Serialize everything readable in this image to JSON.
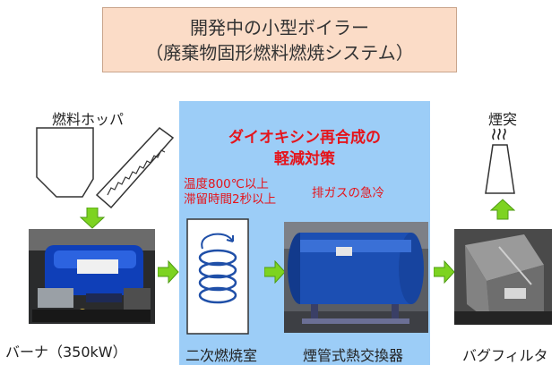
{
  "title": {
    "line1": "開発中の小型ボイラー",
    "line2": "（廃棄物固形燃料燃焼システム）"
  },
  "hopper_label": "燃料ホッパ",
  "chimney_label": "煙突",
  "center": {
    "headline1": "ダイオキシン再合成の",
    "headline2": "軽減対策",
    "note1_line1": "温度800℃以上",
    "note1_line2": "滞留時間2秒以上",
    "note2": "排ガスの急冷"
  },
  "captions": {
    "burner": "バーナ（350kW）",
    "secondary_chamber": "二次燃焼室",
    "heat_exchanger": "煙管式熱交換器",
    "bag_filter": "バグフィルタ"
  },
  "colors": {
    "arrow": "#7dd321",
    "headline": "#e5141b",
    "panel": "#9ccdf7",
    "title_bg": "#fbdcc7"
  },
  "icons": [
    "flow-arrow-icon",
    "swirl-icon",
    "smoke-icon"
  ]
}
